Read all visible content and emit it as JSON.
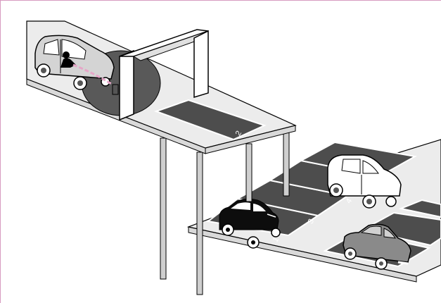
{
  "illustration": {
    "upper_level": {
      "bay_number": "2"
    },
    "lower_level": {
      "bay_numbers": [
        "1",
        "3",
        "4"
      ]
    },
    "colors": {
      "frame": "#d79ac0",
      "floor": "#ececec",
      "bay": "#4d4d4d",
      "camera_zone": "#595959",
      "sensor_beam": "#e6a6c8",
      "silver_car": "#d4d4d4",
      "grey_car": "#8a8a8a",
      "black_car": "#0d0d0d",
      "white_van": "#ffffff",
      "column": "#cfcfcf"
    },
    "icons": [
      "car-icon",
      "van-icon",
      "driver-icon",
      "camera-icon"
    ]
  }
}
